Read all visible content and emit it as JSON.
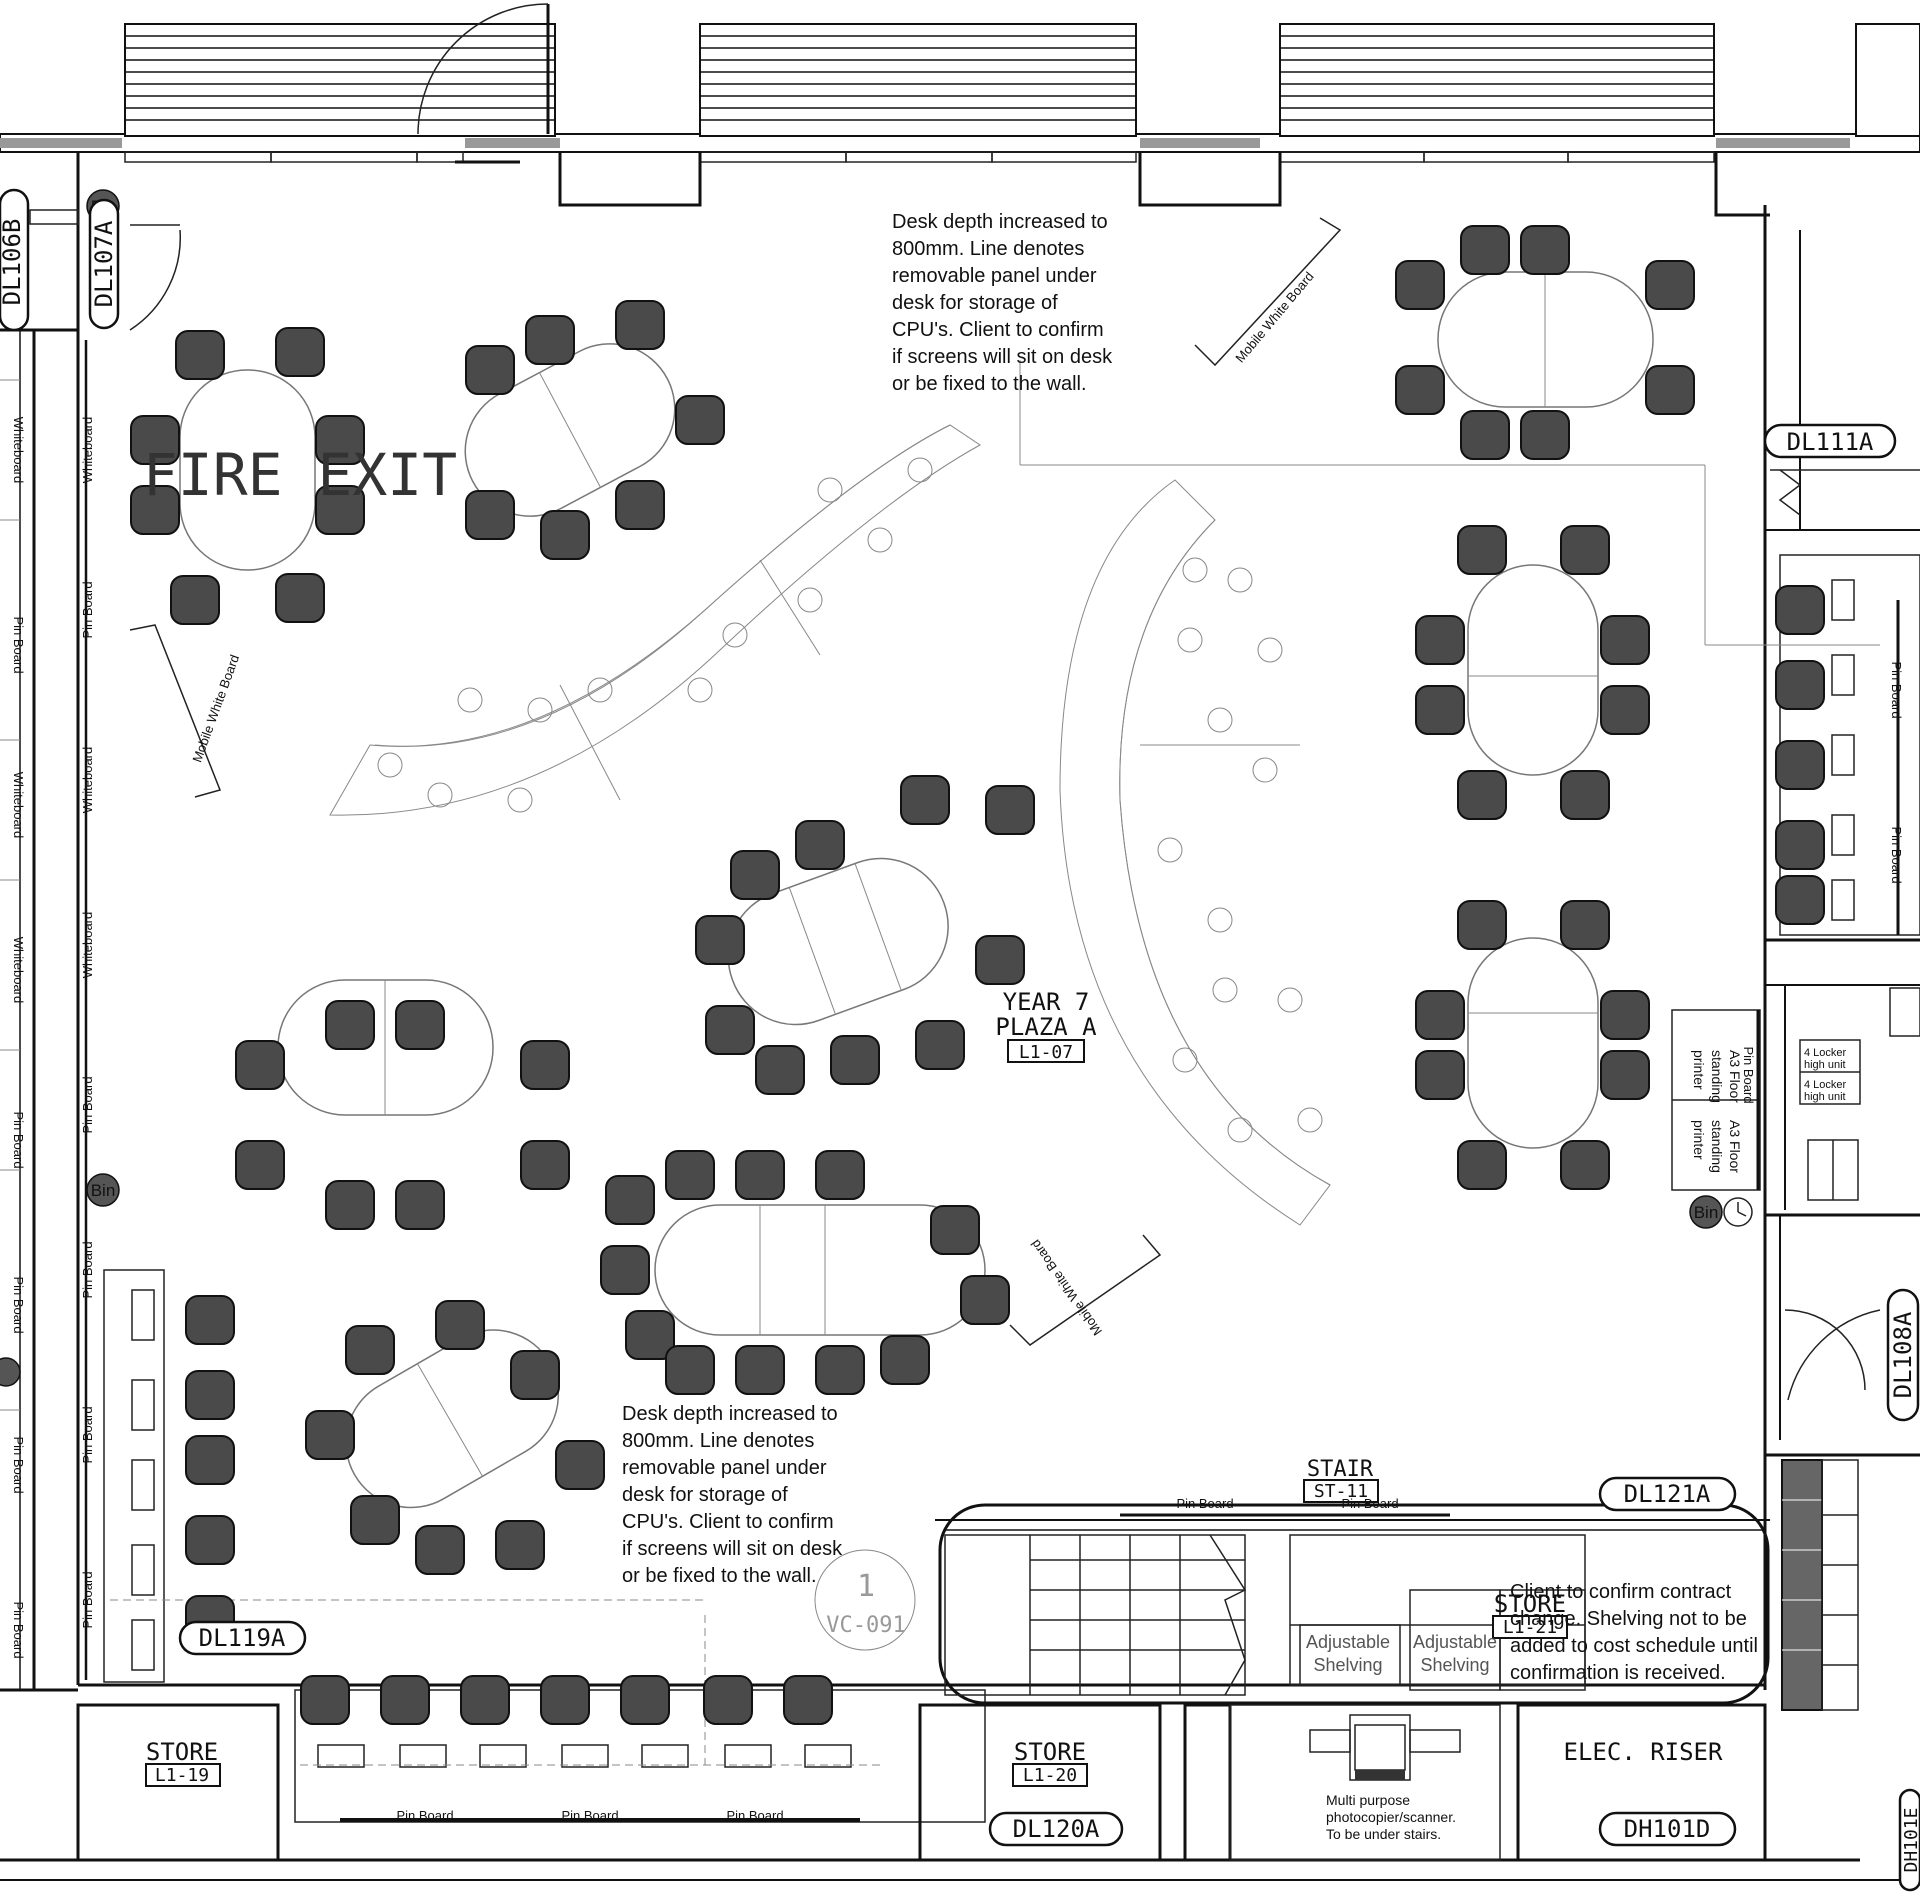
{
  "room": {
    "name_line1": "YEAR  7",
    "name_line2": "PLAZA  A",
    "code": "L1-07",
    "fire_exit": "FIRE  EXIT"
  },
  "doors": {
    "dl106b": "DL106B",
    "dl107a": "DL107A",
    "dl111a": "DL111A",
    "dl108a": "DL108A",
    "dl121a": "DL121A",
    "dl119a": "DL119A",
    "dl120a": "DL120A",
    "dh101d": "DH101D",
    "dh101e": "DH101E"
  },
  "rooms": {
    "store_l119_name": "STORE",
    "store_l119_code": "L1-19",
    "store_l120_name": "STORE",
    "store_l120_code": "L1-20",
    "store_l121_name": "STORE",
    "store_l121_code": "L1-21",
    "elec_riser": "ELEC. RISER",
    "stair_name": "STAIR",
    "stair_code": "ST-11",
    "vc_code": "VC-091",
    "vc_num": "1"
  },
  "notes": {
    "desk_note_top": [
      "Desk depth increased to",
      "800mm. Line denotes",
      "removable panel under",
      "desk for storage of",
      "CPU's. Client to confirm",
      "if screens will sit on desk",
      "or be fixed to the wall."
    ],
    "desk_note_bottom": [
      "Desk depth increased to",
      "800mm. Line denotes",
      "removable panel under",
      "desk for storage of",
      "CPU's. Client to confirm",
      "if screens will sit on desk",
      "or be fixed to the wall."
    ],
    "contract_note": [
      "Client to confirm contract",
      "change. Shelving not to be",
      "added to cost schedule until",
      "confirmation is received."
    ],
    "photocopier": [
      "Multi purpose",
      "photocopier/scanner.",
      "To be under stairs."
    ]
  },
  "labels": {
    "whiteboard": "Whiteboard",
    "pin_board": "Pin Board",
    "mobile_white_board": "Mobile White Board",
    "bin": "Bin",
    "adjustable": "Adjustable",
    "shelving": "Shelving",
    "a3_printer": [
      "A3 Floor",
      "standing",
      "printer"
    ],
    "locker": [
      "4 Locker",
      "high unit"
    ]
  }
}
